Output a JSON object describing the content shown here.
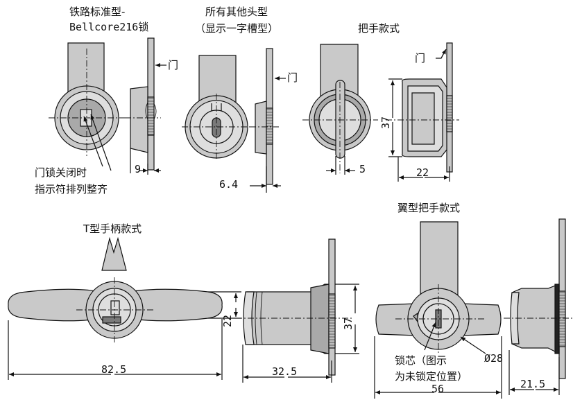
{
  "labels": {
    "railway_title_1": "铁路标准型-",
    "railway_title_2": "Bellcore216锁",
    "other_title_1": "所有其他头型",
    "other_title_2": "（显示一字槽型）",
    "handle_title": "把手款式",
    "door_1": "门",
    "door_2": "门",
    "door_3": "门",
    "indicator_1": "门锁关闭时",
    "indicator_2": "指示符排列整齐",
    "t_handle_title": "T型手柄款式",
    "wing_title": "翼型把手款式",
    "core_1": "锁芯（图示",
    "core_2": "为未锁定位置）"
  },
  "dimensions": {
    "d_9": "9",
    "d_6_4": "6.4",
    "d_5": "5",
    "d_37_a": "37",
    "d_22_a": "22",
    "d_22_b": "22",
    "d_82_5": "82.5",
    "d_32_5": "32.5",
    "d_37_b": "37",
    "d_28": "Ø28",
    "d_56": "56",
    "d_21_5": "21.5"
  },
  "colors": {
    "body_gray": "#c9c9c9",
    "dark_gray": "#a9a9a9",
    "light_gray": "#dedede",
    "line": "#111111"
  }
}
